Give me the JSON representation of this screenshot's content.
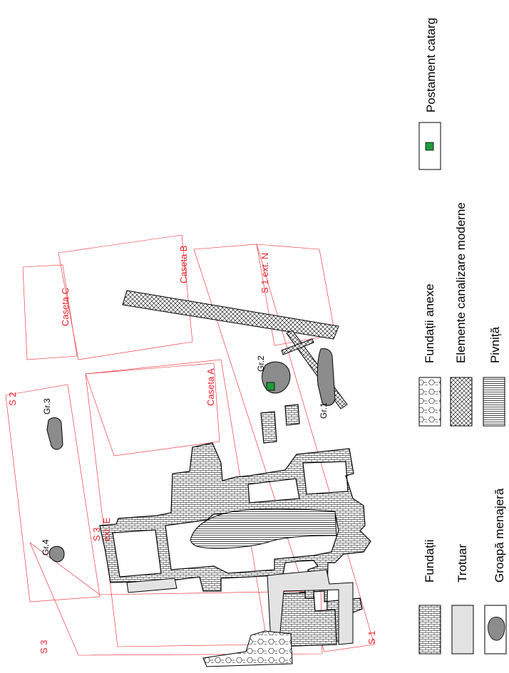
{
  "sections": {
    "s1": "S 1",
    "s2": "S 2",
    "s3": "S 3",
    "s3_ext_e_line1": "S 3",
    "s3_ext_e_line2": "ext. E",
    "s1_ext_n": "S 1 ext. N",
    "caseta_a": "Caseta A",
    "caseta_b": "Caseta B",
    "caseta_c": "Caseta C"
  },
  "pits": {
    "gr1": "Gr.1",
    "gr2": "Gr.2",
    "gr3": "Gr.3",
    "gr4": "Gr.4"
  },
  "legend": {
    "fundatii": "Fundații",
    "trotuar": "Trotuar",
    "groapa": "Groapă menajeră",
    "fundatii_anexe": "Fundații anexe",
    "canalizare": "Elemente canalizare moderne",
    "pivnita": "Pivniță",
    "postament": "Postament catarg"
  },
  "colors": {
    "section_lines": "#e8202a",
    "pit_fill": "#8c8c8c",
    "sidewalk_fill": "#e3e3e3",
    "flagpole_base": "#1f9b3a"
  }
}
